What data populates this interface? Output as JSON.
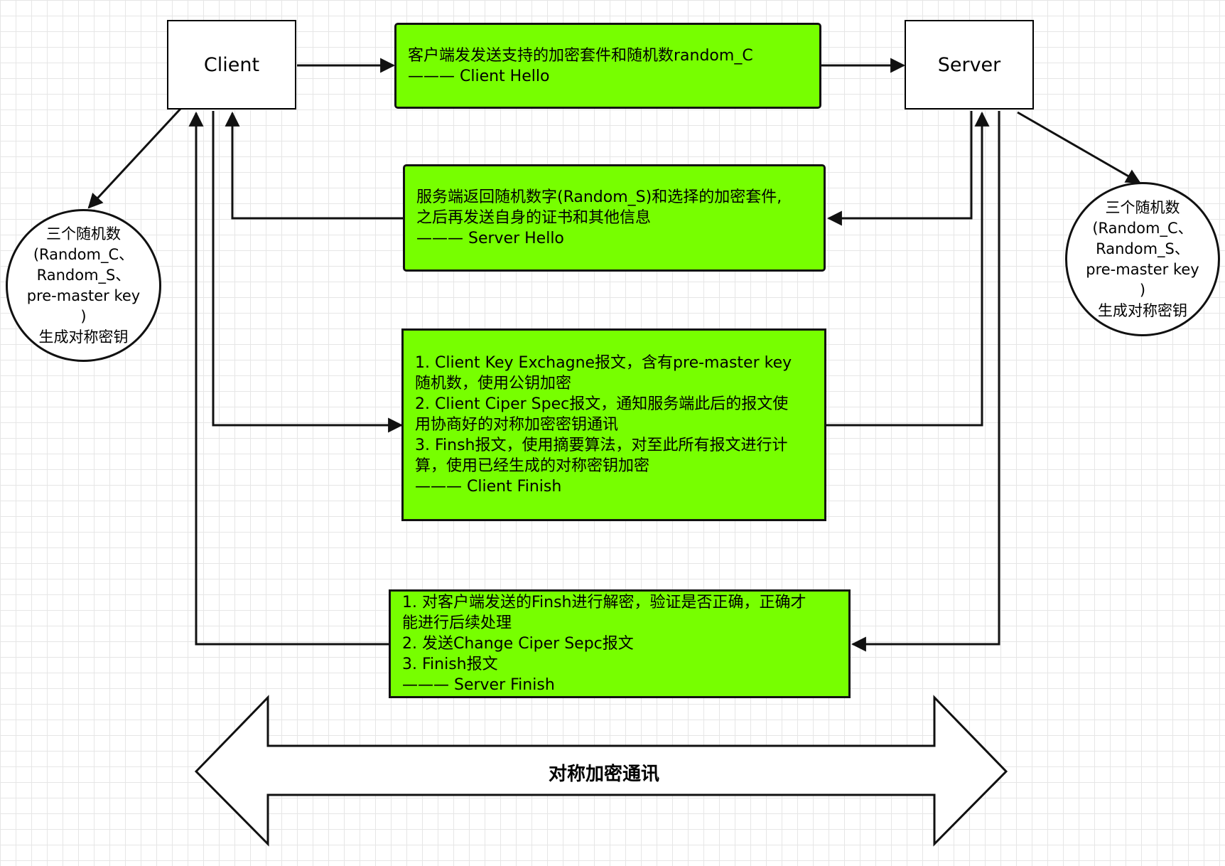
{
  "client": {
    "label": "Client"
  },
  "server": {
    "label": "Server"
  },
  "client_hello": {
    "lines": [
      "客户端发发送支持的加密套件和随机数random_C",
      " ——— Client Hello"
    ]
  },
  "server_hello": {
    "lines": [
      "服务端返回随机数字(Random_S)和选择的加密套件,",
      "之后再发送自身的证书和其他信息",
      "——— Server Hello"
    ]
  },
  "client_finish": {
    "lines": [
      "1. Client Key Exchagne报文，含有pre-master key",
      "随机数，使用公钥加密",
      "2. Client Ciper Spec报文，通知服务端此后的报文使",
      "用协商好的对称加密密钥通讯",
      "3. Finsh报文，使用摘要算法，对至此所有报文进行计",
      "算，使用已经生成的对称密钥加密",
      " ——— Client Finish"
    ]
  },
  "server_finish": {
    "lines": [
      "1. 对客户端发送的Finsh进行解密，验证是否正确，正确才",
      "能进行后续处理",
      "2. 发送Change Ciper Sepc报文",
      "3. Finish报文",
      "——— Server Finish"
    ]
  },
  "client_keys": {
    "lines": [
      "三个随机数",
      "(Random_C、",
      "Random_S、",
      "pre-master key",
      ")",
      "生成对称密钥"
    ]
  },
  "server_keys": {
    "lines": [
      "三个随机数",
      "(Random_C、",
      "Random_S、",
      "pre-master key",
      ")",
      "生成对称密钥"
    ]
  },
  "banner": {
    "label": "对称加密通讯"
  },
  "colors": {
    "message_fill": "#77ff00",
    "stroke": "#111111",
    "grid": "#e6e6e6"
  }
}
